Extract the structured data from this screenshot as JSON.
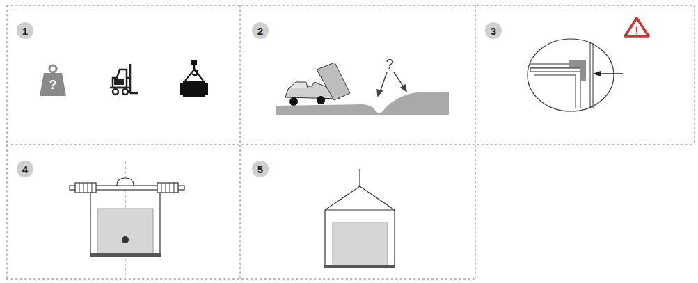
{
  "diagram": {
    "labels": [
      "1",
      "2",
      "3",
      "4",
      "5",
      "?",
      "?",
      "!"
    ]
  }
}
